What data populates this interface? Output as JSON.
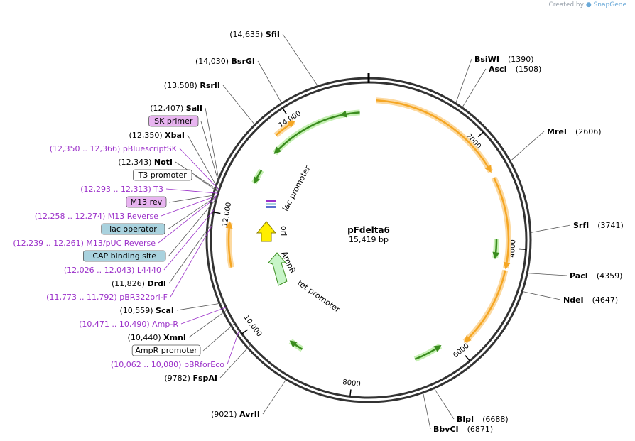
{
  "watermark": {
    "prefix": "Created by",
    "brand": "SnapGene"
  },
  "plasmid": {
    "name": "pFdelta6",
    "length_label": "15,419 bp",
    "length": 15419
  },
  "ticks": [
    {
      "label": "2000"
    },
    {
      "label": "4000"
    },
    {
      "label": "6000"
    },
    {
      "label": "8000"
    },
    {
      "label": "10,000"
    },
    {
      "label": "12,000"
    },
    {
      "label": "14,000"
    }
  ],
  "right_labels": [
    {
      "name": "BsiWI",
      "pos": "(1390)"
    },
    {
      "name": "AscI",
      "pos": "(1508)"
    },
    {
      "name": "MreI",
      "pos": "(2606)"
    },
    {
      "name": "SrfI",
      "pos": "(3741)"
    },
    {
      "name": "PacI",
      "pos": "(4359)"
    },
    {
      "name": "NdeI",
      "pos": "(4647)"
    },
    {
      "name": "BlpI",
      "pos": "(6688)"
    },
    {
      "name": "BbvCI",
      "pos": "(6871)"
    }
  ],
  "left_labels": [
    {
      "kind": "site",
      "pos": "(14,635)",
      "name": "SfiI"
    },
    {
      "kind": "site",
      "pos": "(14,030)",
      "name": "BsrGI"
    },
    {
      "kind": "site",
      "pos": "(13,508)",
      "name": "RsrII"
    },
    {
      "kind": "site",
      "pos": "(12,407)",
      "name": "SalI"
    },
    {
      "kind": "boxed",
      "name": "SK primer",
      "fill": "#e8b4f0"
    },
    {
      "kind": "site",
      "pos": "(12,350)",
      "name": "XbaI"
    },
    {
      "kind": "primer",
      "pos": "(12,350 .. 12,366)",
      "name": "pBluescriptSK"
    },
    {
      "kind": "site",
      "pos": "(12,343)",
      "name": "NotI"
    },
    {
      "kind": "boxed",
      "name": "T3 promoter",
      "fill": "#ffffff"
    },
    {
      "kind": "primer",
      "pos": "(12,293 .. 12,313)",
      "name": "T3"
    },
    {
      "kind": "boxed",
      "name": "M13 rev",
      "fill": "#e8b4f0"
    },
    {
      "kind": "primer",
      "pos": "(12,258 .. 12,274)",
      "name": "M13 Reverse"
    },
    {
      "kind": "boxed",
      "name": "lac operator",
      "fill": "#a9d2de"
    },
    {
      "kind": "primer",
      "pos": "(12,239 .. 12,261)",
      "name": "M13/pUC Reverse"
    },
    {
      "kind": "boxed",
      "name": "CAP binding site",
      "fill": "#a9d2de"
    },
    {
      "kind": "primer",
      "pos": "(12,026 .. 12,043)",
      "name": "L4440"
    },
    {
      "kind": "site",
      "pos": "(11,826)",
      "name": "DrdI"
    },
    {
      "kind": "primer",
      "pos": "(11,773 .. 11,792)",
      "name": "pBR322ori-F"
    },
    {
      "kind": "site",
      "pos": "(10,559)",
      "name": "ScaI"
    },
    {
      "kind": "primer",
      "pos": "(10,471 .. 10,490)",
      "name": "Amp-R"
    },
    {
      "kind": "site",
      "pos": "(10,440)",
      "name": "XmnI"
    },
    {
      "kind": "boxed",
      "name": "AmpR promoter",
      "fill": "#ffffff"
    },
    {
      "kind": "primer",
      "pos": "(10,062 .. 10,080)",
      "name": "pBRforEco"
    },
    {
      "kind": "site",
      "pos": "(9782)",
      "name": "FspAI"
    },
    {
      "kind": "site",
      "pos": "(9021)",
      "name": "AvrII"
    }
  ],
  "top_labels": [
    {
      "pos": "(14,635)",
      "name": "SfiI"
    }
  ],
  "features": {
    "lac_promoter": "lac promoter",
    "ori": "ori",
    "ampr": "AmpR",
    "tet_promoter": "tet promoter"
  },
  "colors": {
    "orange": "#f5a623",
    "orange_glow": "#fcd9a0",
    "green": "#3a8c1e",
    "green_glow": "#c6f0b4",
    "yellow": "#ffee00",
    "ampr_fill": "#c8f5c8",
    "primer": "#9b30c9"
  }
}
